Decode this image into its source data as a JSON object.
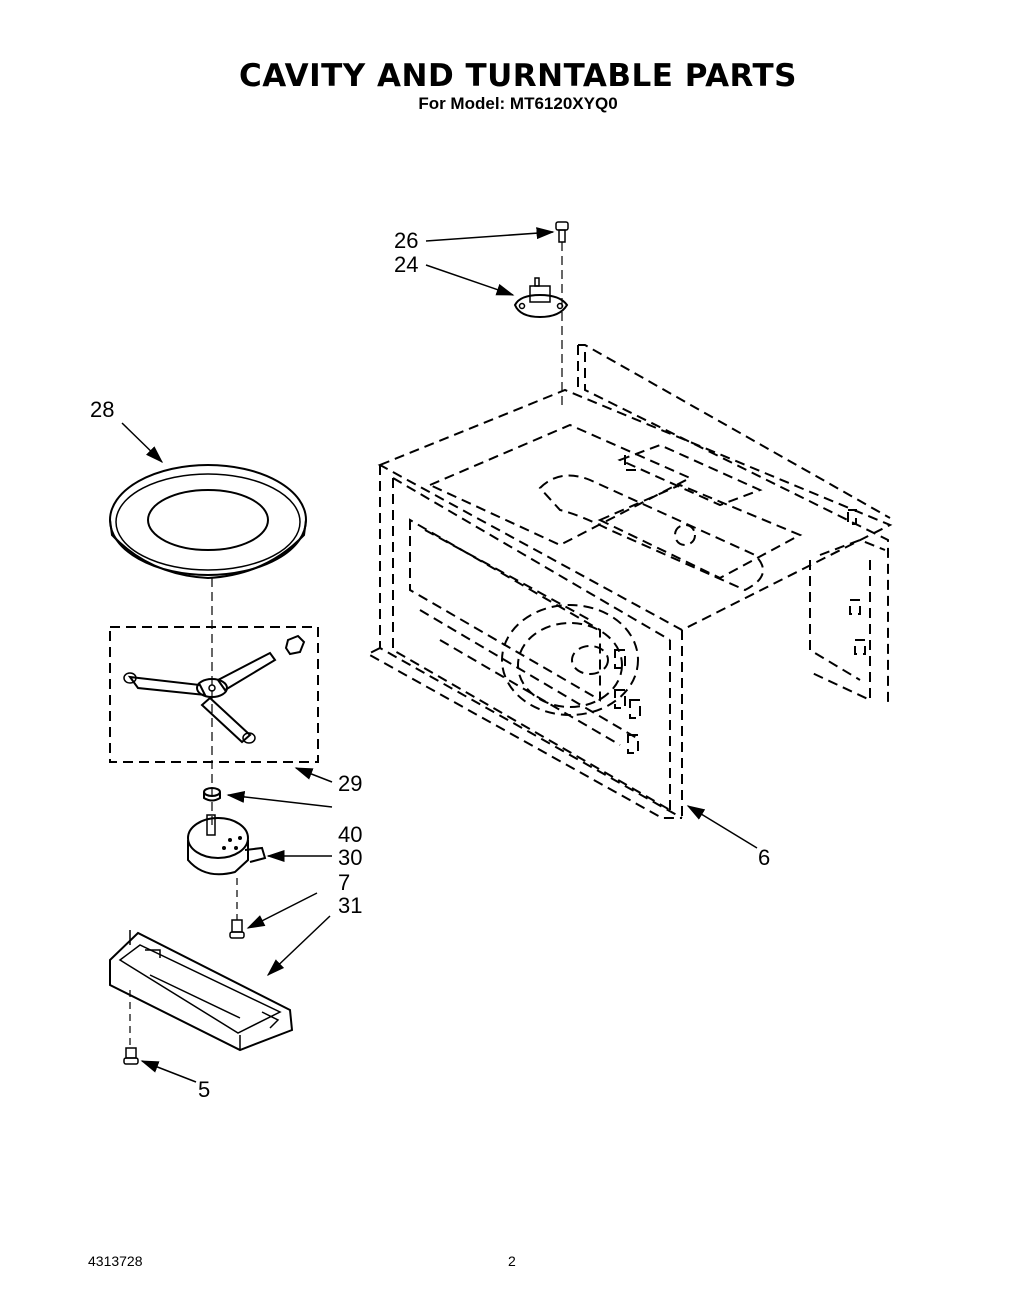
{
  "title": "CAVITY AND TURNTABLE PARTS",
  "subtitle": "For Model: MT6120XYQ0",
  "footer": {
    "doc_number": "4313728",
    "page_number": "2"
  },
  "callouts": {
    "c26": "26",
    "c24": "24",
    "c28": "28",
    "c29": "29",
    "c40": "40",
    "c30": "30",
    "c7": "7",
    "c31": "31",
    "c6": "6",
    "c5": "5"
  }
}
